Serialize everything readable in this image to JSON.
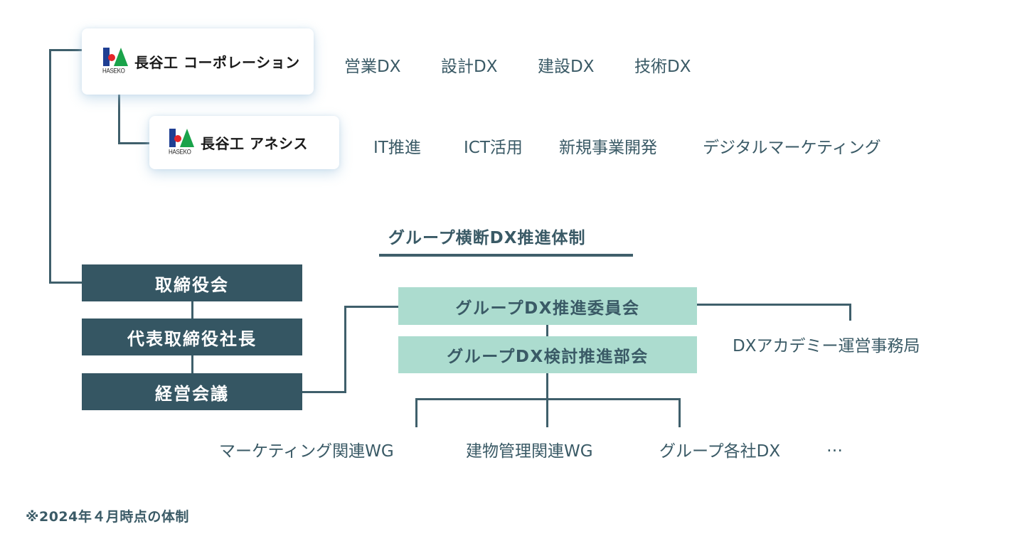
{
  "companies": [
    {
      "logo_text": "HASEKO",
      "name": "長谷工 コーポレーション",
      "tags": [
        "営業DX",
        "設計DX",
        "建設DX",
        "技術DX"
      ]
    },
    {
      "logo_text": "HASEKO",
      "name": "長谷工 アネシス",
      "tags": [
        "IT推進",
        "ICT活用",
        "新規事業開発",
        "デジタルマーケティング"
      ]
    }
  ],
  "section_title": "グループ横断DX推進体制",
  "governance": [
    "取締役会",
    "代表取締役社長",
    "経営会議"
  ],
  "committees": [
    "グループDX推進委員会",
    "グループDX検討推進部会"
  ],
  "academy": "DXアカデミー運営事務局",
  "working_groups": [
    "マーケティング関連WG",
    "建物管理関連WG",
    "グループ各社DX",
    "…"
  ],
  "note": "※2024年４月時点の体制",
  "colors": {
    "line": "#3f5f6b",
    "dark_box": "#355663",
    "green_box": "#acdccf",
    "text": "#3a5a66",
    "logo_blue": "#1f3f93",
    "logo_red": "#e4262a",
    "logo_green": "#1aa34a"
  }
}
